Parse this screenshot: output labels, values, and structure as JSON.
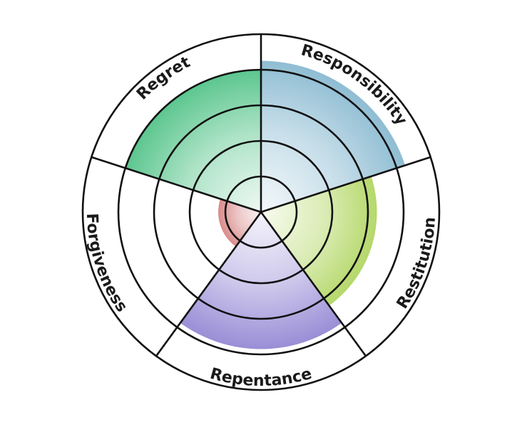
{
  "chart_data": {
    "type": "polar-area",
    "rings": 5,
    "categories": [
      "Responsibility",
      "Restitution",
      "Repentance",
      "Forgiveness",
      "Regret"
    ],
    "values": [
      4.25,
      3.25,
      3.85,
      1.2,
      4.0
    ],
    "rmax": 5,
    "segment_colors": [
      "#8fbdd3",
      "#b5d86a",
      "#9a8ed6",
      "#d98c8c",
      "#5cc68f"
    ]
  }
}
